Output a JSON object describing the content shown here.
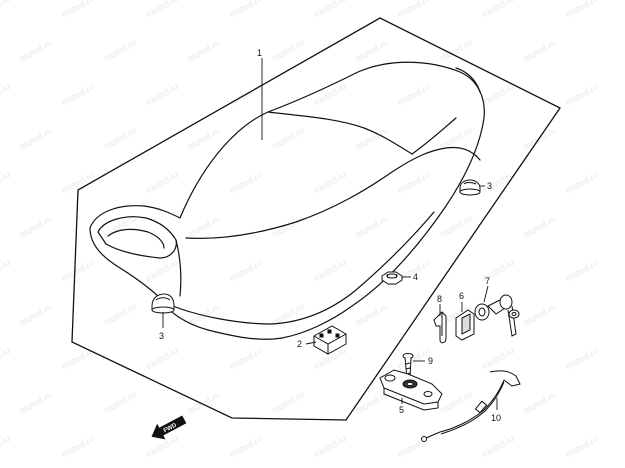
{
  "watermark": "motod.ru",
  "fwd_label": "FWD",
  "callouts": [
    {
      "id": "seat",
      "label": "1"
    },
    {
      "id": "damper",
      "label": "2"
    },
    {
      "id": "cushion-right",
      "label": "3"
    },
    {
      "id": "cushion-left",
      "label": "3"
    },
    {
      "id": "nut",
      "label": "4"
    },
    {
      "id": "lock-bracket",
      "label": "5"
    },
    {
      "id": "lock-hook",
      "label": "6"
    },
    {
      "id": "lock-set",
      "label": "7"
    },
    {
      "id": "clip",
      "label": "8"
    },
    {
      "id": "bolt",
      "label": "9"
    },
    {
      "id": "cable",
      "label": "10"
    }
  ]
}
